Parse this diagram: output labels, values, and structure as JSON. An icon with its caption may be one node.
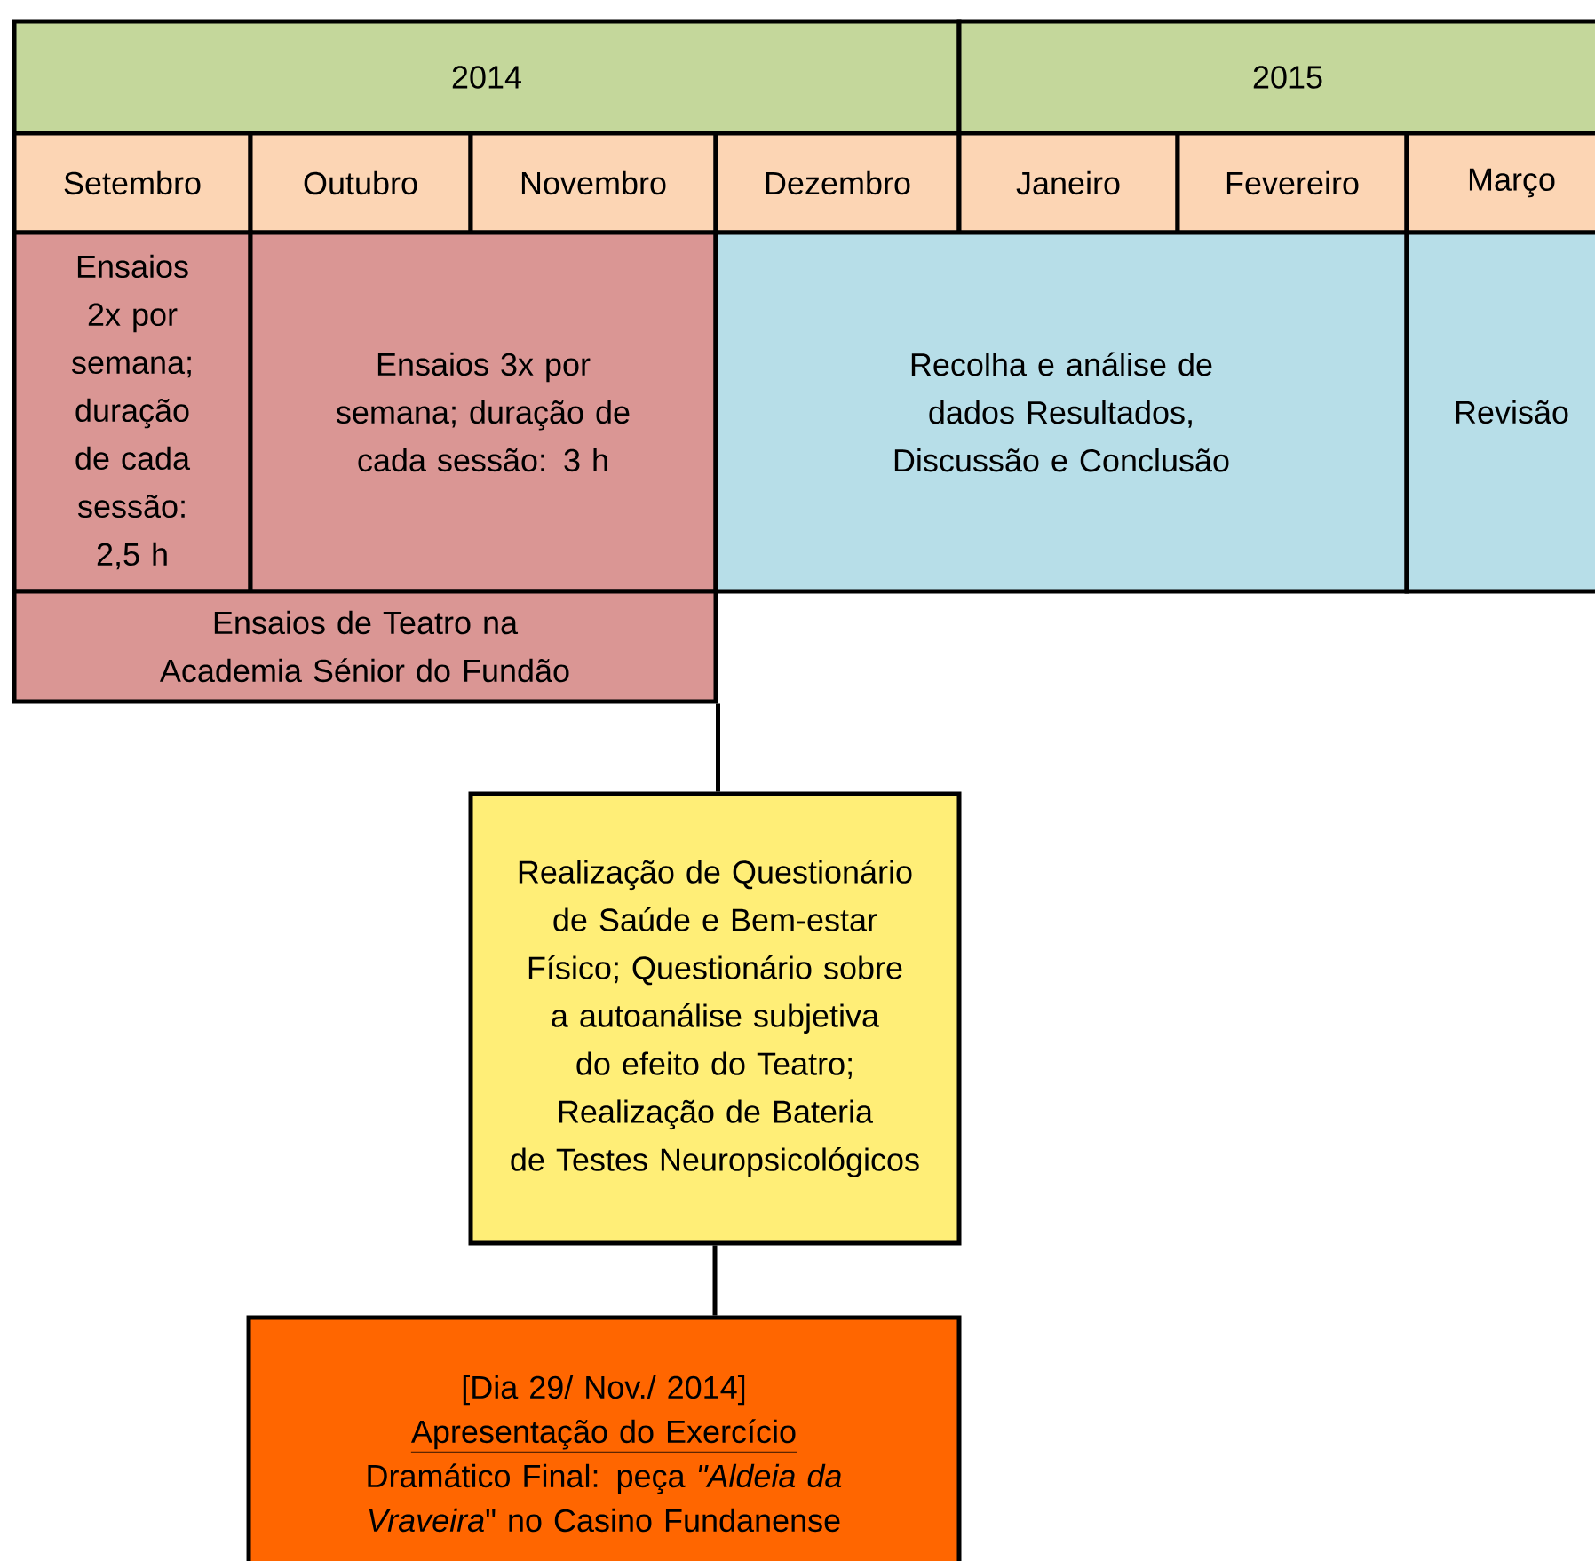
{
  "diagram": {
    "nodes": [
      {
        "text": [
          "2014"
        ]
      },
      {
        "text": [
          "2015"
        ]
      },
      {
        "text": [
          "Setembro"
        ]
      },
      {
        "text": [
          "Outubro"
        ]
      },
      {
        "text": [
          "Novembro"
        ]
      },
      {
        "text": [
          "Dezembro"
        ]
      },
      {
        "text": [
          "Janeiro"
        ]
      },
      {
        "text": [
          "Fevereiro"
        ]
      },
      {
        "text": [
          "Março"
        ]
      },
      {
        "text": [
          "Ensaios 2x por semana; duração de cada sessão: 2,5 h"
        ]
      },
      {
        "text": [
          "Ensaios 3x por semana; duração de cada sessão: 3 h"
        ]
      },
      {
        "text": [
          "Recolha e análise de dados Resultados, Discussão e Conclusão"
        ]
      },
      {
        "text": [
          "Revisão"
        ]
      },
      {
        "text": [
          "Ensaios de Teatro  na Academia Sénior do Fundão"
        ]
      },
      {
        "text": [
          "Realização de Questionário de Saúde e Bem-estar Físico; Questionário sobre a autoanálise subjetiva do efeito do Teatro; Realização de Bateria de Testes Neuropsicológicos"
        ]
      },
      {
        "text": [
          "[Dia 29/ Nov./ 2014]",
          "Apresentação do Exercício",
          "Dramático Final: peça *\"Aldeia da Vraveira*\" no Casino Fundanense"
        ]
      }
    ],
    "edges": [
      {
        "from": 13,
        "to": 14,
        "arrow": "none"
      },
      {
        "from": 14,
        "to": 15,
        "arrow": "none"
      }
    ]
  }
}
